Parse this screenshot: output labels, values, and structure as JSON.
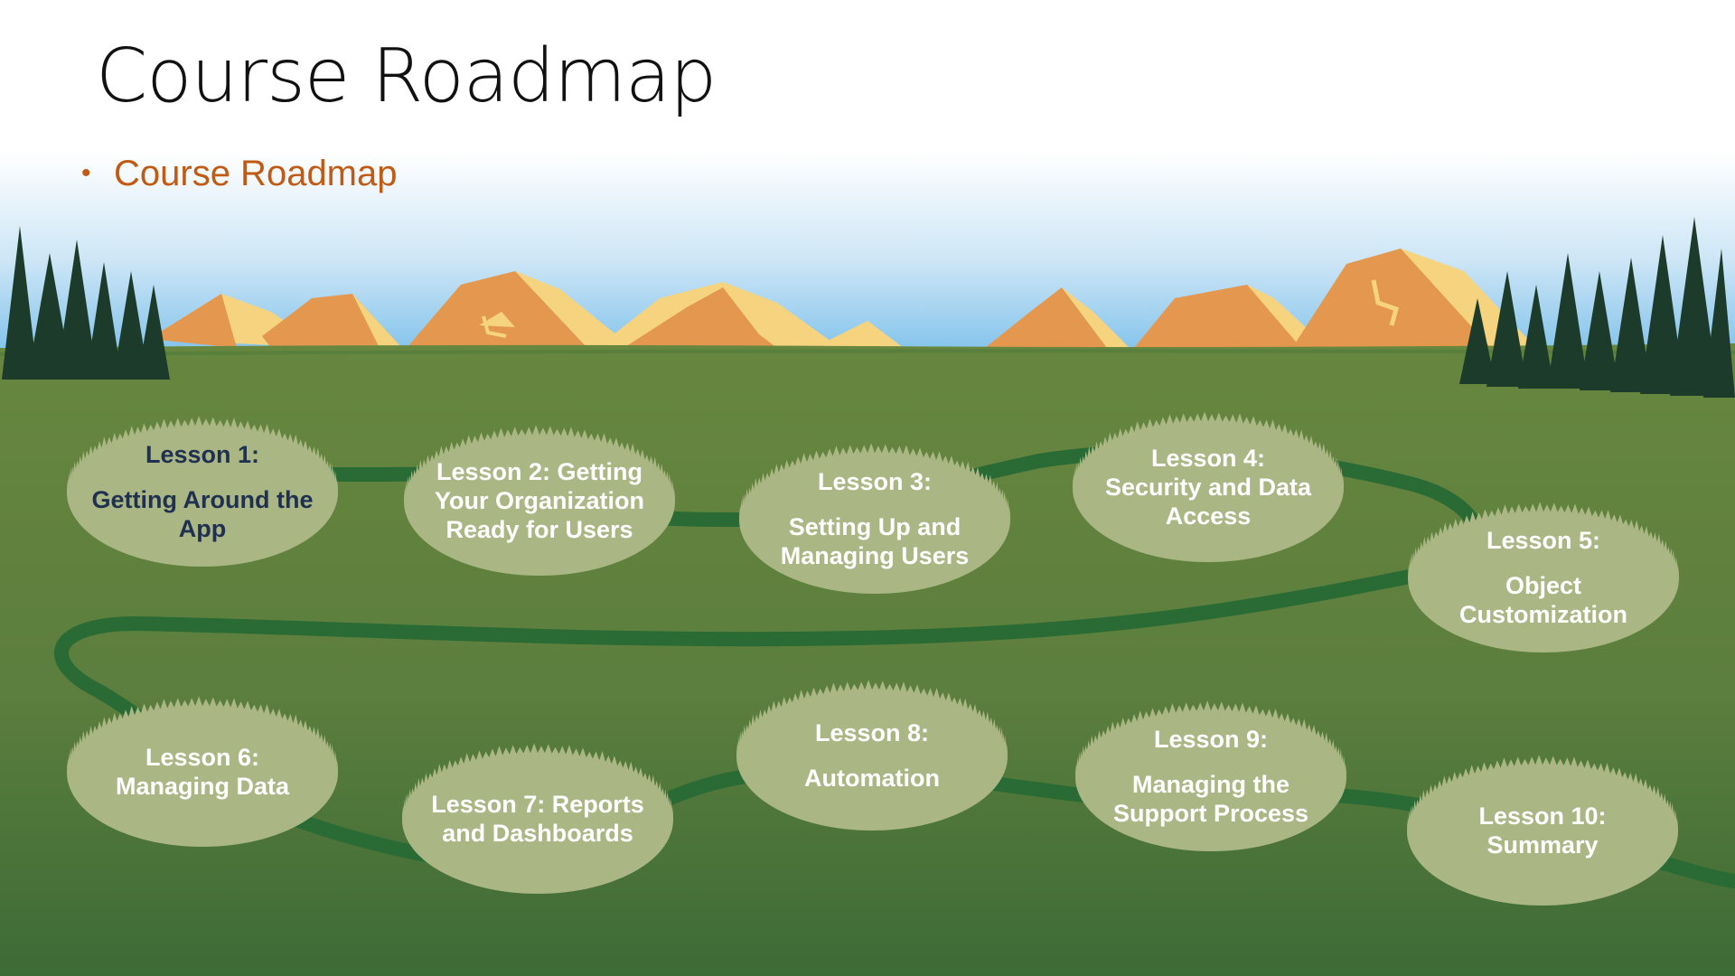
{
  "slide": {
    "title": "Course Roadmap",
    "bullet": "Course Roadmap"
  },
  "lessons": [
    {
      "title": "Lesson 1:",
      "subtitle": "Getting Around the App"
    },
    {
      "title": "Lesson 2: Getting Your Organization Ready for Users",
      "subtitle": ""
    },
    {
      "title": "Lesson 3:",
      "subtitle": "Setting Up and Managing Users"
    },
    {
      "title": "Lesson 4: Security and Data Access",
      "subtitle": ""
    },
    {
      "title": "Lesson 5:",
      "subtitle": "Object Customization"
    },
    {
      "title": "Lesson 6: Managing Data",
      "subtitle": ""
    },
    {
      "title": "Lesson 7: Reports and Dashboards",
      "subtitle": ""
    },
    {
      "title": "Lesson 8:",
      "subtitle": "Automation"
    },
    {
      "title": "Lesson 9:",
      "subtitle": "Managing the Support Process"
    },
    {
      "title": "Lesson 10: Summary",
      "subtitle": ""
    }
  ],
  "colors": {
    "title_text": "#111111",
    "bullet_text": "#c15a15",
    "lesson1_text": "#1f3050",
    "lesson_text": "#ffffff",
    "node_fill": "#aab784",
    "path": "#2a6a34",
    "grass_top": "#62823f",
    "grass_bottom": "#3f6d37",
    "sky": "#7cc0ea",
    "mountain_light": "#f6d47f",
    "mountain_dark": "#e4974e",
    "tree": "#1d3b2a"
  }
}
